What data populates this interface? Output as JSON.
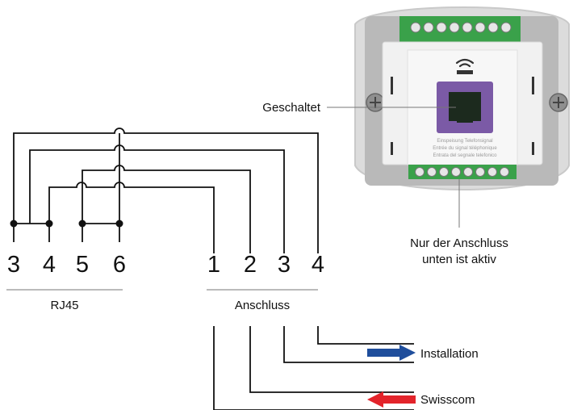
{
  "rj45": {
    "pins": [
      "3",
      "4",
      "5",
      "6"
    ],
    "label": "RJ45"
  },
  "anschluss": {
    "pins": [
      "1",
      "2",
      "3",
      "4"
    ],
    "label": "Anschluss"
  },
  "callouts": {
    "geschaltet": "Geschaltet",
    "nur_line1": "Nur der Anschluss",
    "nur_line2": "unten ist aktiv"
  },
  "outputs": {
    "installation": "Installation",
    "swisscom": "Swisscom"
  },
  "device": {
    "label_line1": "Einspeisung Telefonsignal",
    "label_line2": "Entrée du signal téléphonique",
    "label_line3": "Entrata del segnale telefonico",
    "wifi_icon": "wifi-router-icon",
    "port_color": "#7b5aa6",
    "terminal_color": "#3aa14a"
  },
  "colors": {
    "installation_arrow": "#1f4e9c",
    "swisscom_arrow": "#e3242b"
  }
}
